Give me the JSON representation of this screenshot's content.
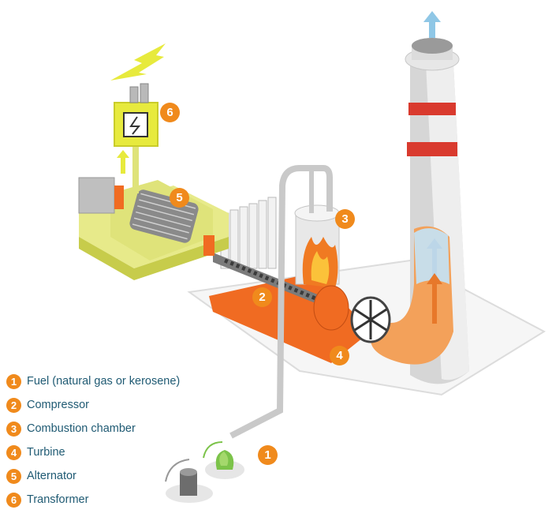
{
  "components": [
    {
      "number": "1",
      "label": "Fuel (natural gas or kerosene)"
    },
    {
      "number": "2",
      "label": "Compressor"
    },
    {
      "number": "3",
      "label": "Combustion chamber"
    },
    {
      "number": "4",
      "label": "Turbine"
    },
    {
      "number": "5",
      "label": "Alternator"
    },
    {
      "number": "6",
      "label": "Transformer"
    }
  ],
  "colors": {
    "accent_orange": "#f08a1c",
    "label_text": "#1f5a73",
    "alternator_yellow": "#dfe37a",
    "chimney_red": "#d93a2e"
  }
}
